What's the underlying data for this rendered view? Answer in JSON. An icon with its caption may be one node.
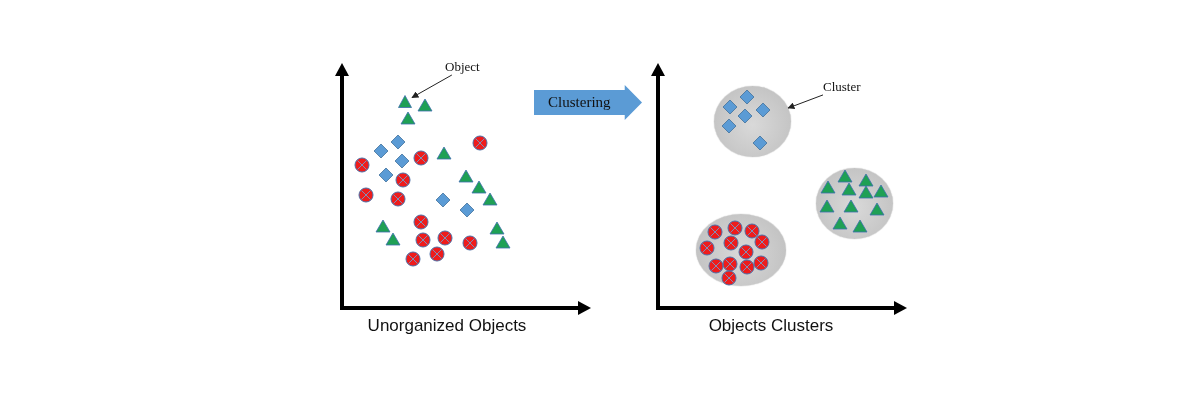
{
  "diagram": {
    "nodes": [
      {
        "text": [
          "Object"
        ]
      },
      {
        "text": [],
        "shape": "triangle"
      },
      {
        "text": [
          "Clustering"
        ]
      },
      {
        "text": [
          "Cluster"
        ]
      },
      {
        "text": [],
        "shape": "circle"
      },
      {
        "text": [],
        "shape": "circle"
      },
      {
        "text": [],
        "shape": "circle"
      }
    ],
    "edges": [
      {
        "from": 0,
        "to": 1,
        "arrow": "to"
      },
      {
        "from": 3,
        "to": 4,
        "arrow": "to"
      }
    ],
    "labels": [
      "Unorganized Objects",
      "Objects Clusters"
    ]
  }
}
